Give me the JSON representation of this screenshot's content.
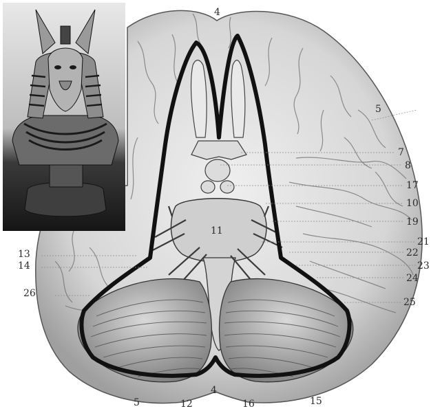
{
  "labels": [
    {
      "id": "4-top",
      "text": "4"
    },
    {
      "id": "5-right",
      "text": "5"
    },
    {
      "id": "7",
      "text": "7"
    },
    {
      "id": "8",
      "text": "8"
    },
    {
      "id": "17",
      "text": "17"
    },
    {
      "id": "10",
      "text": "10"
    },
    {
      "id": "19",
      "text": "19"
    },
    {
      "id": "11",
      "text": "11"
    },
    {
      "id": "21",
      "text": "21"
    },
    {
      "id": "22",
      "text": "22"
    },
    {
      "id": "13",
      "text": "13"
    },
    {
      "id": "14",
      "text": "14"
    },
    {
      "id": "23",
      "text": "23"
    },
    {
      "id": "24",
      "text": "24"
    },
    {
      "id": "26",
      "text": "26"
    },
    {
      "id": "25",
      "text": "25"
    },
    {
      "id": "5-bottom",
      "text": "5"
    },
    {
      "id": "12",
      "text": "12"
    },
    {
      "id": "4-bottom",
      "text": "4"
    },
    {
      "id": "16",
      "text": "16"
    },
    {
      "id": "15",
      "text": "15"
    }
  ],
  "colors": {
    "outline": "#111111",
    "inset_bg": "#1a1a1a",
    "brain_shade": "#d9d9d9",
    "cerebellum_shade": "#c8c8c8"
  }
}
